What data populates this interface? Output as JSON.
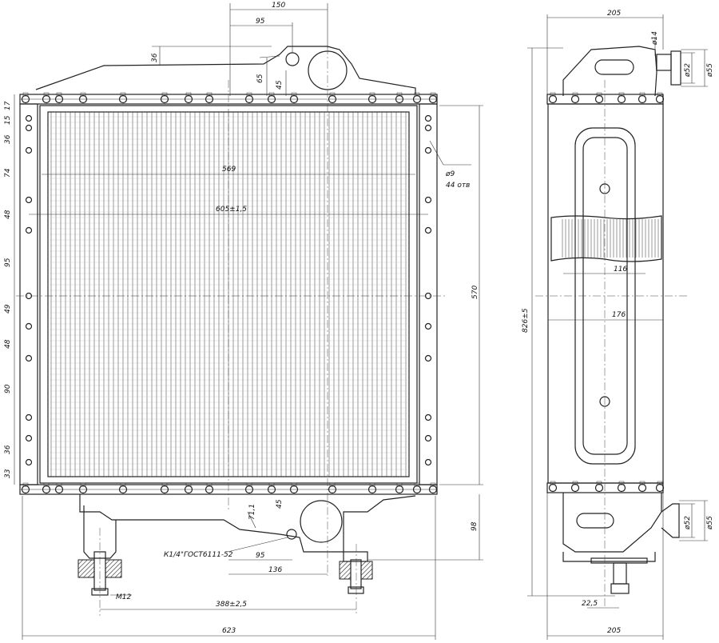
{
  "dimensions": {
    "d150": "150",
    "d95top": "95",
    "d36top": "36",
    "d65": "65",
    "d45top": "45",
    "d569": "569",
    "d605": "605±1,5",
    "d570": "570",
    "d9": "ø9",
    "d44": "44 отв",
    "d71": "71,1",
    "d45bot": "45",
    "d95bot": "95",
    "d136": "136",
    "d98": "98",
    "d388": "388±2,5",
    "m12": "M12",
    "plug": "К1/4\"ГОСТ6111-52",
    "d623": "623",
    "left_15": "15",
    "left_17": "17",
    "left_36a": "36",
    "left_74": "74",
    "left_48a": "48",
    "left_95": "95",
    "left_49": "49",
    "left_48b": "48",
    "left_90": "90",
    "left_36b": "36",
    "left_33": "33",
    "side_205top": "205",
    "side_205bot": "205",
    "side_14": "ø14",
    "side_52top": "ø52",
    "side_55top": "ø55",
    "side_826": "826±5",
    "side_116": "116",
    "side_176": "176",
    "side_52bot": "ø52",
    "side_55bot": "ø55",
    "side_22": "22,5"
  }
}
